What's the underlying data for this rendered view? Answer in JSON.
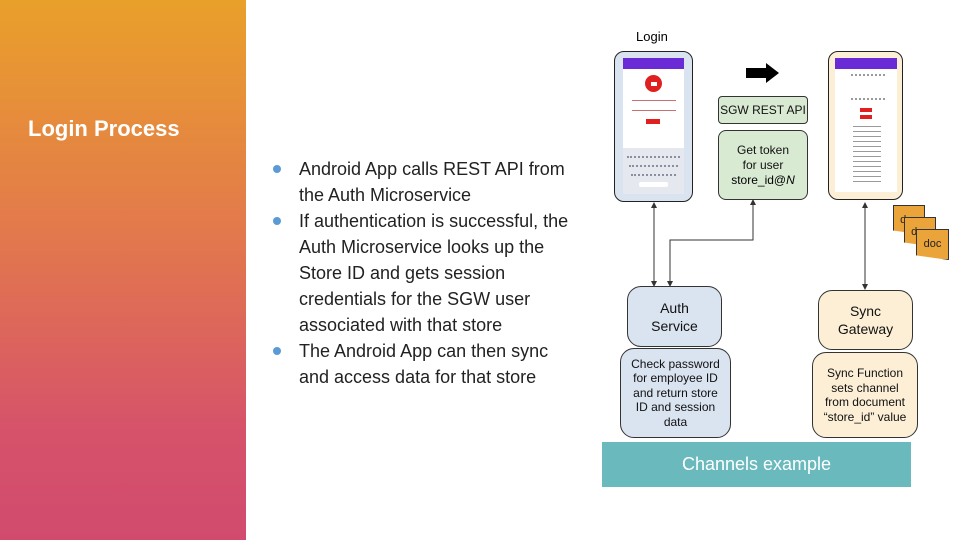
{
  "slide": {
    "title": "Login Process",
    "bullets": [
      "Android App calls REST API from the Auth Microservice",
      "If authentication is successful, the Auth Microservice looks up the Store ID and gets session credentials for the SGW user associated with that store",
      "The Android App can then sync and access data for that store"
    ]
  },
  "diagram": {
    "login_label": "Login",
    "sgw_rest_api": "SGW REST API",
    "get_token": {
      "line1": "Get token",
      "line2": "for user",
      "token_prefix": "store_id@",
      "token_suffix": "N"
    },
    "auth_service": "Auth Service",
    "check_password": "Check password for employee ID and return store ID and session data",
    "sync_gateway": "Sync Gateway",
    "sync_function": "Sync Function sets channel from document “store_id” value",
    "doc_labels": [
      "doc",
      "doc",
      "doc"
    ],
    "channels_example": "Channels example"
  },
  "colors": {
    "sidebar_top": "#e9a02a",
    "sidebar_bottom": "#d14b6e",
    "bullet": "#5b9bd5",
    "channels": "#69b9bd",
    "android_header": "#6a2bd6",
    "logo_red": "#e02020"
  }
}
